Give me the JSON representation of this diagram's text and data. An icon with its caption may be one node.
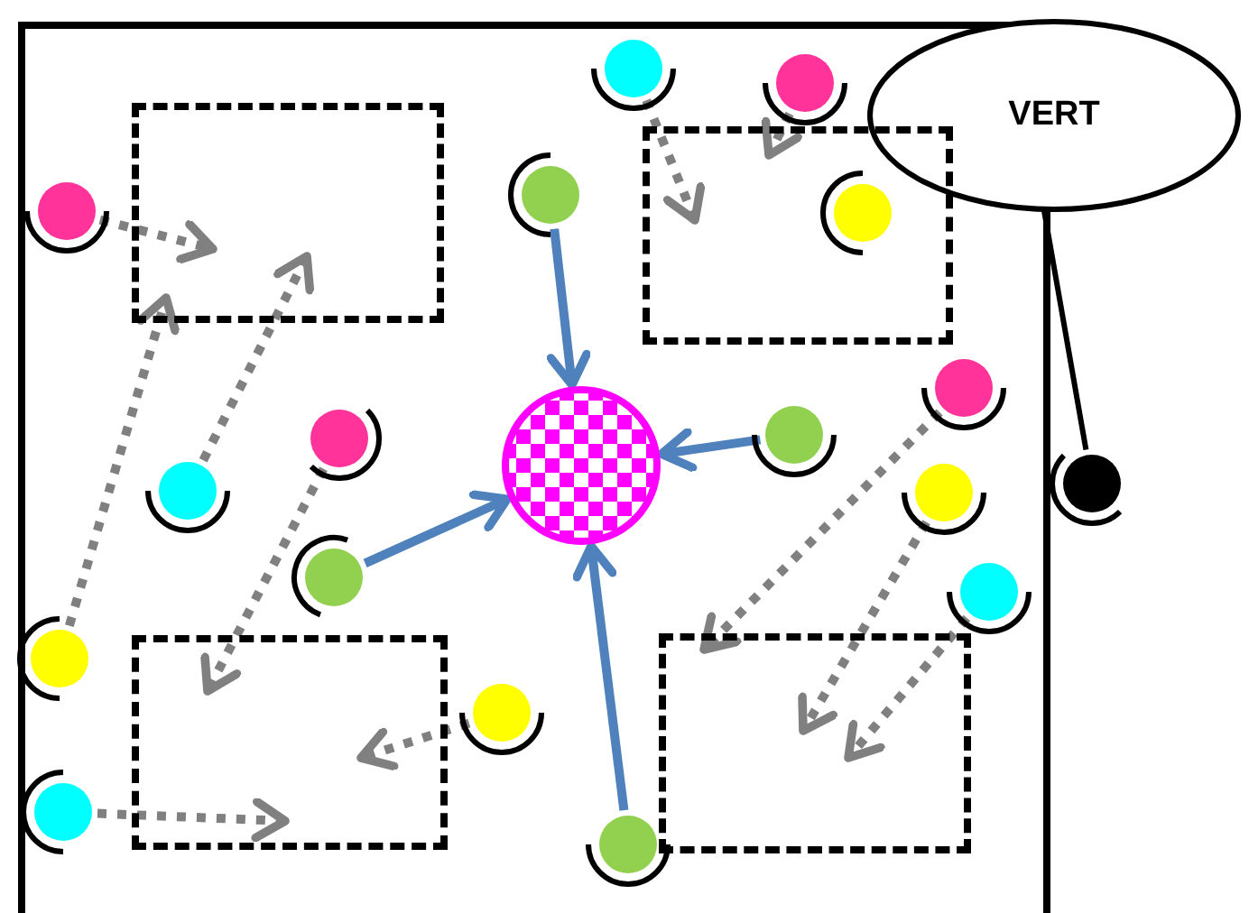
{
  "diagram": {
    "nodes": [
      {
        "text": [],
        "shape": "circle"
      },
      {
        "text": [],
        "shape": "circle"
      },
      {
        "text": [
          "VERT"
        ]
      },
      {
        "text": [],
        "shape": "box"
      },
      {
        "text": [],
        "shape": "box"
      },
      {
        "text": [],
        "shape": "circle"
      },
      {
        "text": [],
        "shape": "circle"
      },
      {
        "text": [],
        "shape": "circle",
        "in": 4
      },
      {
        "text": [],
        "shape": "circle"
      },
      {
        "text": [],
        "shape": "circle"
      },
      {
        "text": [],
        "shape": "circle"
      },
      {
        "text": [],
        "shape": "circle"
      },
      {
        "text": [],
        "shape": "circle"
      },
      {
        "text": [],
        "shape": "circle"
      },
      {
        "text": [],
        "shape": "circle"
      },
      {
        "text": [],
        "shape": "circle"
      },
      {
        "text": [],
        "shape": "circle"
      },
      {
        "text": [],
        "shape": "box"
      },
      {
        "text": [],
        "shape": "box"
      },
      {
        "text": [],
        "shape": "circle"
      },
      {
        "text": [],
        "shape": "circle"
      },
      {
        "text": [],
        "shape": "circle"
      },
      {
        "text": [],
        "shape": "circle"
      }
    ],
    "edges": [
      {
        "from": 0,
        "to": 4,
        "arrow": "to",
        "style": "dashed"
      },
      {
        "from": 1,
        "to": 4,
        "arrow": "to",
        "style": "dashed"
      },
      {
        "from": 2,
        "to": 12,
        "arrow": "none",
        "color": "#000000"
      },
      {
        "from": 5,
        "to": 11,
        "arrow": "to",
        "color": "#4f81bd"
      },
      {
        "from": 6,
        "to": 3,
        "arrow": "to",
        "style": "dashed"
      },
      {
        "from": 8,
        "to": 17,
        "arrow": "to",
        "style": "dashed"
      },
      {
        "from": 9,
        "to": 11,
        "arrow": "to",
        "color": "#4f81bd"
      },
      {
        "from": 10,
        "to": 18,
        "arrow": "to",
        "style": "dashed"
      },
      {
        "from": 13,
        "to": 17,
        "arrow": "to",
        "style": "dashed"
      },
      {
        "from": 14,
        "to": 3,
        "arrow": "to",
        "style": "dashed"
      },
      {
        "from": 15,
        "to": 11,
        "arrow": "to",
        "color": "#4f81bd"
      },
      {
        "from": 16,
        "to": 17,
        "arrow": "to",
        "style": "dashed"
      },
      {
        "from": 19,
        "to": 3,
        "arrow": "to",
        "style": "dashed"
      },
      {
        "from": 20,
        "to": 18,
        "arrow": "to",
        "style": "dashed"
      },
      {
        "from": 21,
        "to": 18,
        "arrow": "to",
        "style": "dashed"
      },
      {
        "from": 22,
        "to": 11,
        "arrow": "to",
        "color": "#4f81bd"
      }
    ]
  }
}
